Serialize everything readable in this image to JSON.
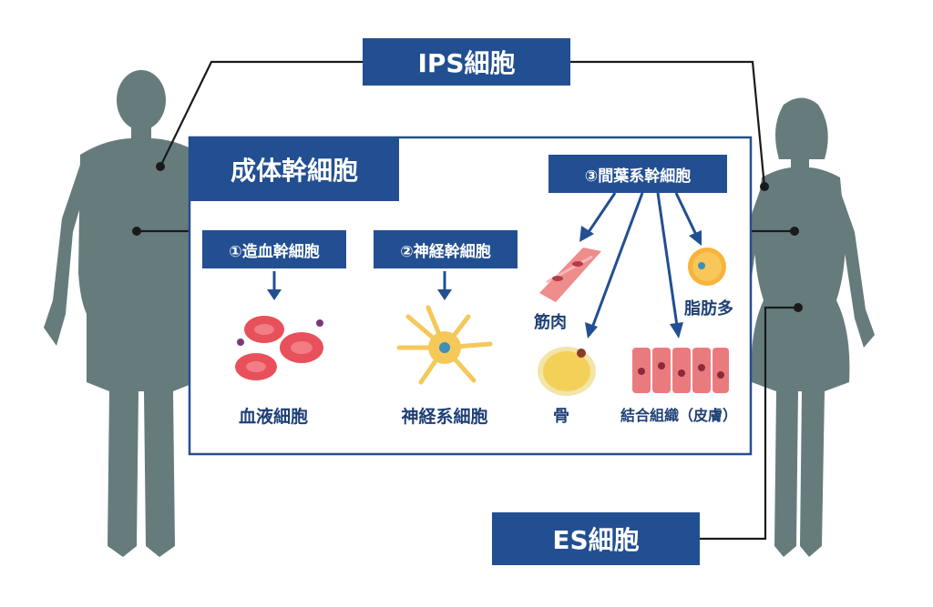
{
  "title_ips": "IPS細胞",
  "title_es": "ES細胞",
  "adult_stem": {
    "title": "成体幹細胞",
    "groups": [
      {
        "label": "①造血幹細胞",
        "products": [
          "血液細胞"
        ]
      },
      {
        "label": "②神経幹細胞",
        "products": [
          "神経系細胞"
        ]
      },
      {
        "label": "③間葉系幹細胞",
        "products": [
          "筋肉",
          "骨",
          "結合組織（皮膚）",
          "脂肪多"
        ]
      }
    ]
  },
  "colors": {
    "box": "#224f91",
    "frame": "#224f91",
    "text": "#1e3f75",
    "silhouette": "#667c7c",
    "line": "#1a1a1a",
    "blood": "#e8505b",
    "neuron": "#f5c85a",
    "muscle": "#ef8c8c",
    "bone": "#f3d058",
    "fat": "#f7b33b",
    "tissue": "#e97b7f"
  }
}
